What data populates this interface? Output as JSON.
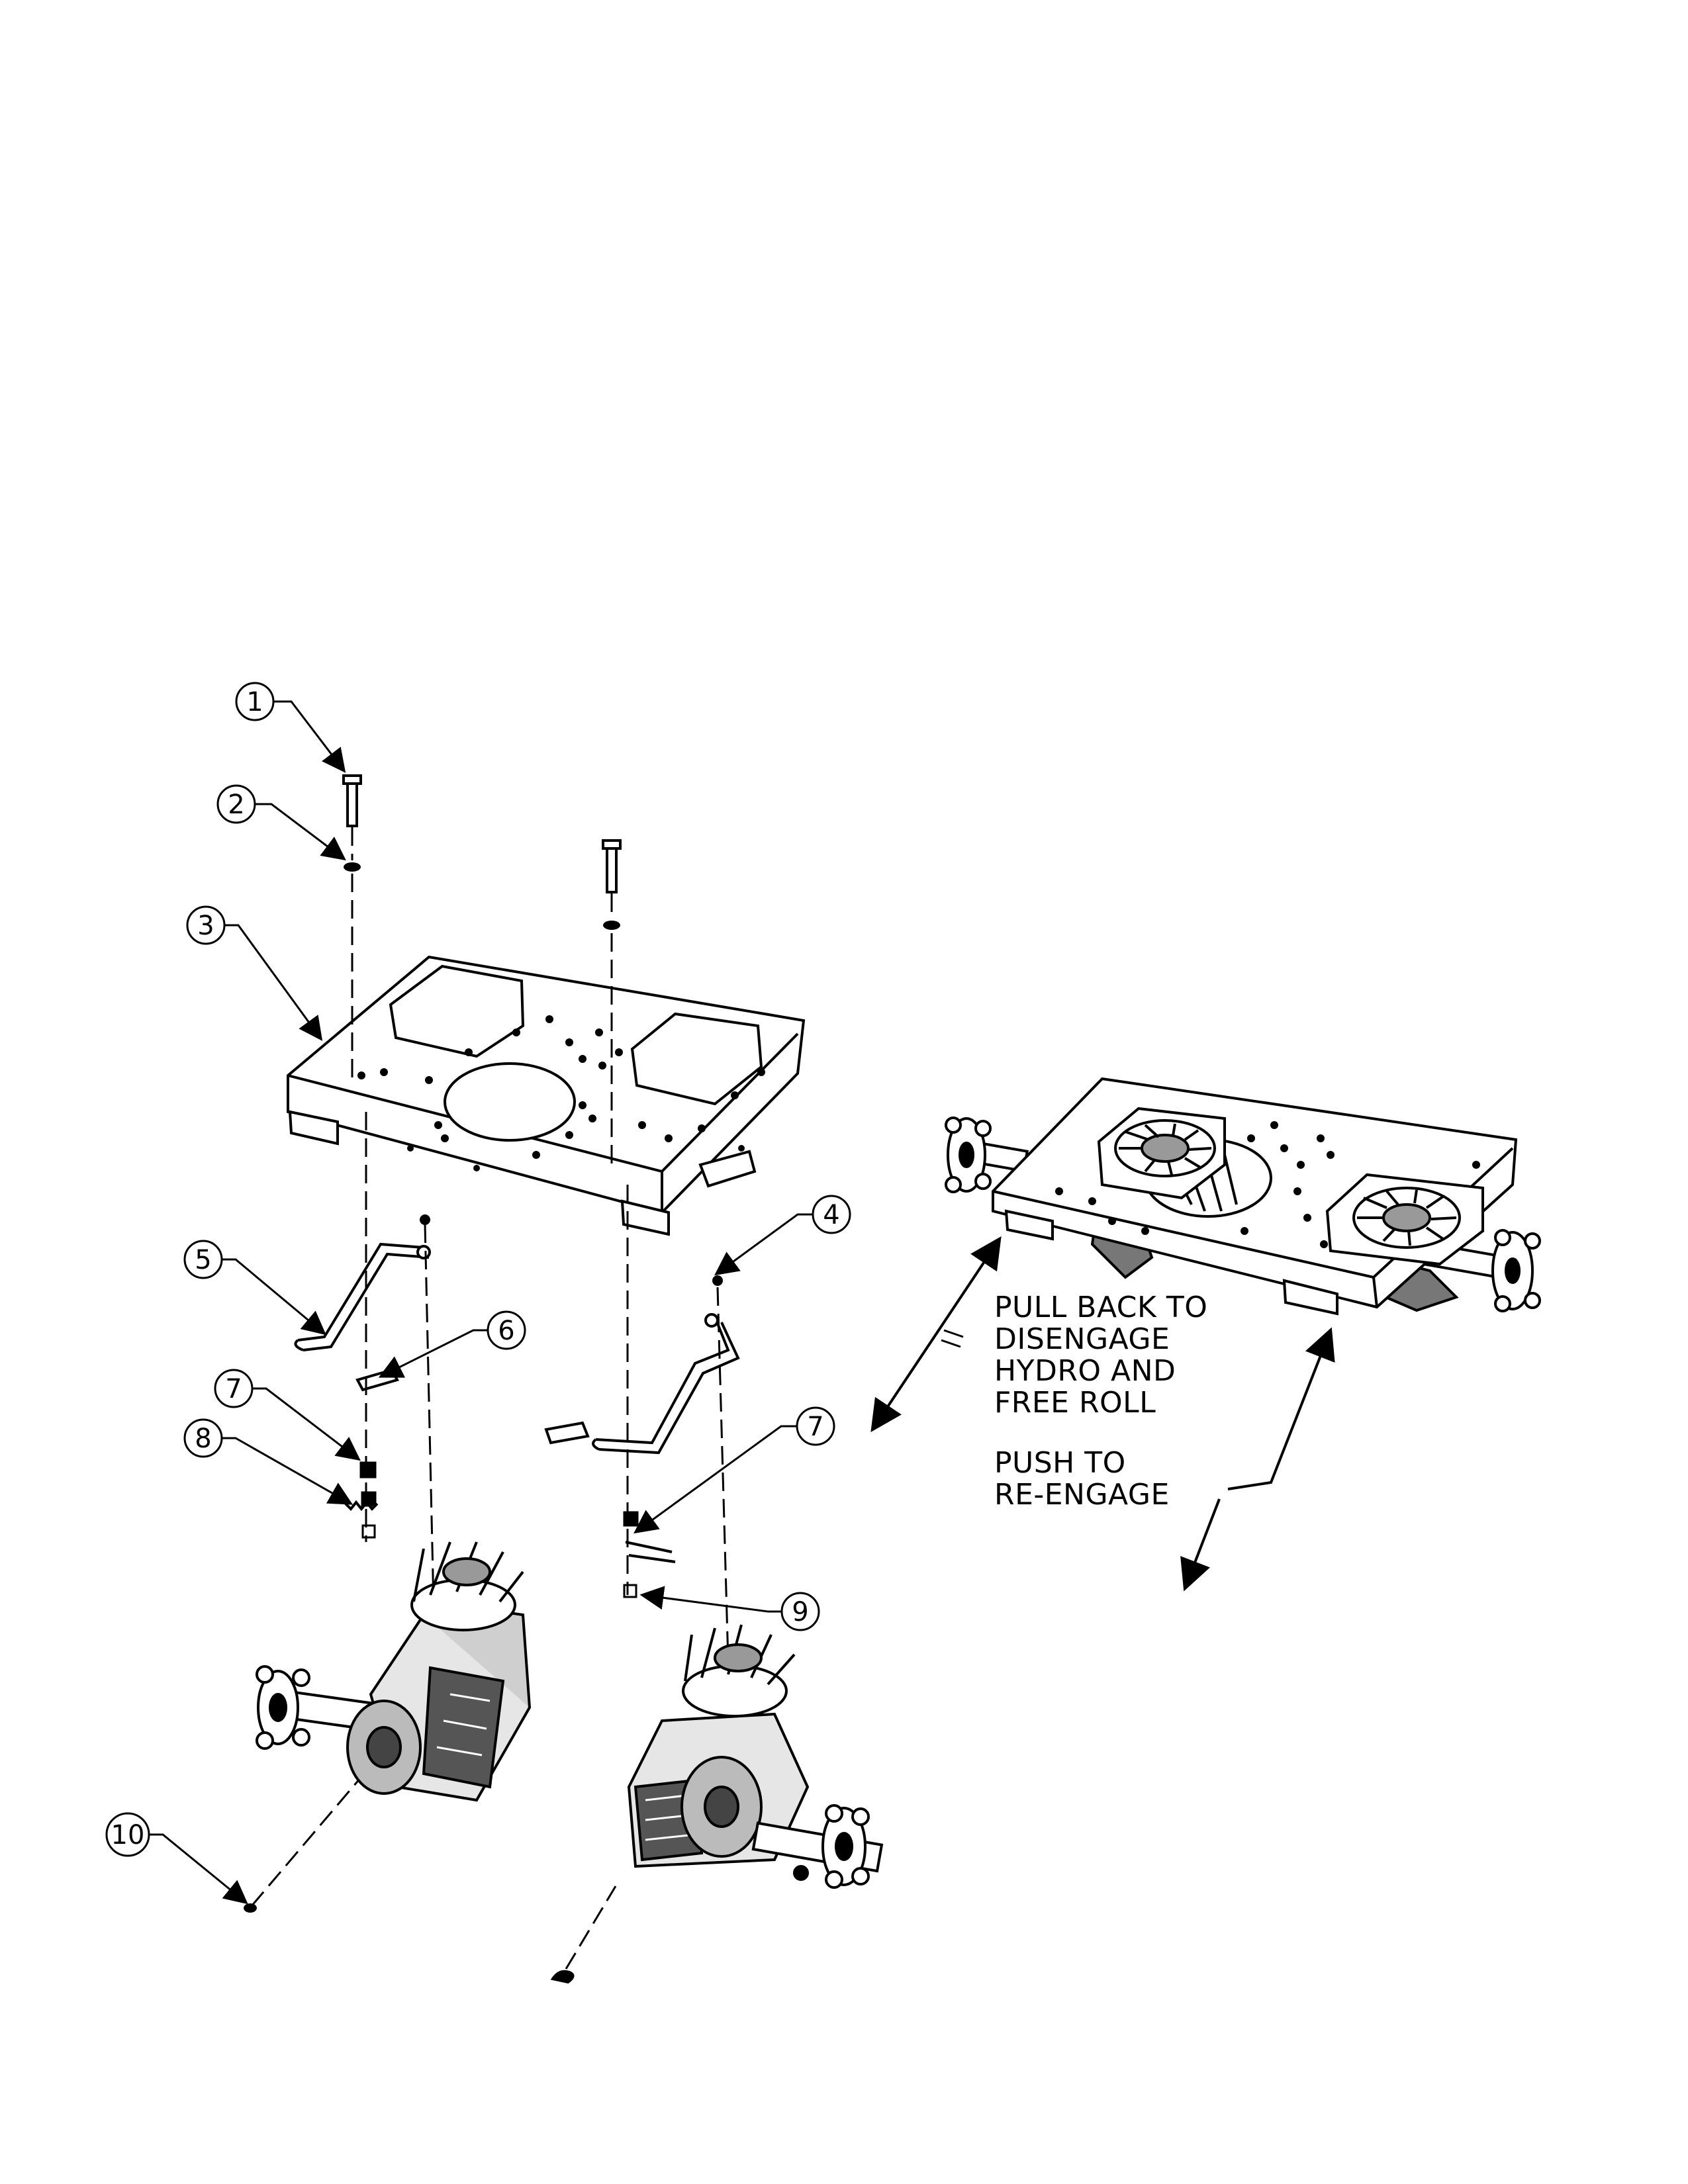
{
  "callouts": {
    "c1": "1",
    "c2": "2",
    "c3": "3",
    "c4": "4",
    "c5": "5",
    "c6": "6",
    "c7a": "7",
    "c7b": "7",
    "c8": "8",
    "c9": "9",
    "c10": "10"
  },
  "instruction": {
    "pull": [
      "PULL BACK TO",
      "DISENGAGE",
      "HYDRO AND",
      "FREE ROLL"
    ],
    "push": [
      "PUSH TO",
      "RE-ENGAGE"
    ]
  }
}
